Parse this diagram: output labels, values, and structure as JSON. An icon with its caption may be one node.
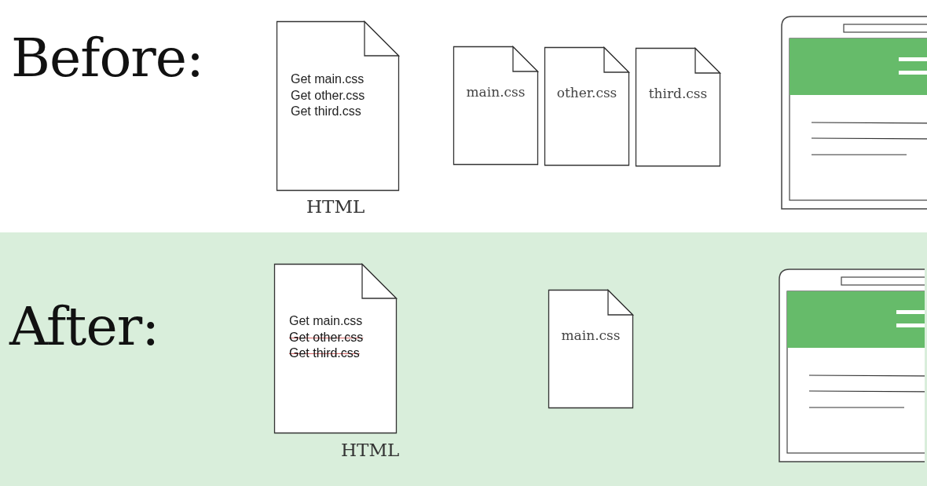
{
  "diagram": {
    "nodes": [
      {
        "text": [
          "Get main.css",
          "Get other.css",
          "Get third.css"
        ],
        "beside": [
          "HTML"
        ]
      },
      {
        "text": [
          "main.css"
        ]
      },
      {
        "text": [
          "other.css"
        ]
      },
      {
        "text": [
          "third.css"
        ]
      },
      {
        "text": [
          "Get main.css",
          "Get other.css",
          "Get third.css"
        ],
        "beside": [
          "HTML"
        ]
      },
      {
        "text": [
          "main.css"
        ]
      }
    ],
    "labels": [
      "Before:",
      "After:"
    ]
  }
}
